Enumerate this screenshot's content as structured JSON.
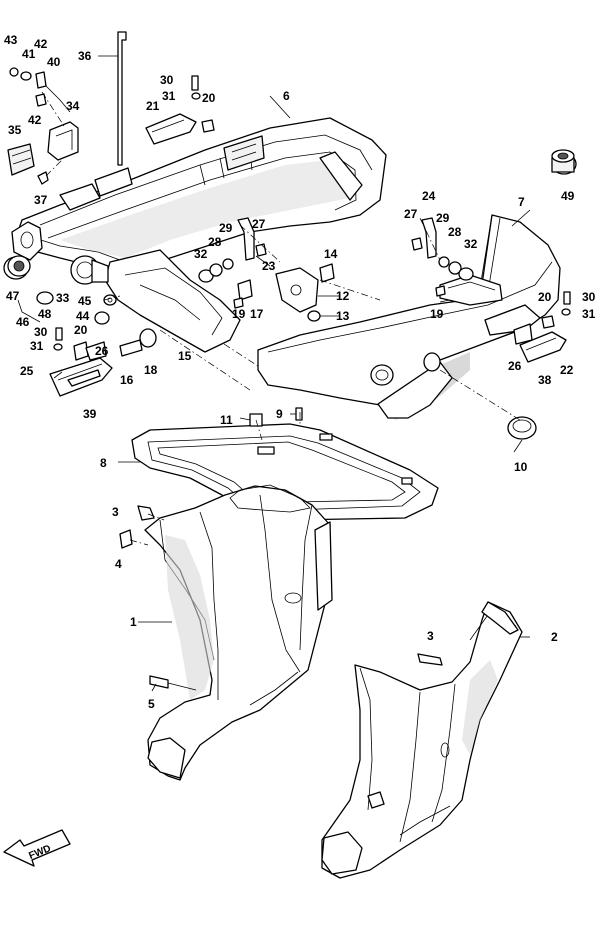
{
  "diagram": {
    "type": "exploded-parts-diagram",
    "direction_label": "FWD",
    "callouts": [
      "1",
      "2",
      "3",
      "3",
      "4",
      "5",
      "6",
      "7",
      "8",
      "9",
      "10",
      "11",
      "12",
      "13",
      "14",
      "15",
      "16",
      "17",
      "18",
      "19",
      "19",
      "20",
      "20",
      "20",
      "21",
      "22",
      "23",
      "24",
      "25",
      "26",
      "26",
      "27",
      "27",
      "28",
      "28",
      "29",
      "29",
      "30",
      "30",
      "30",
      "31",
      "31",
      "31",
      "32",
      "32",
      "33",
      "34",
      "35",
      "36",
      "37",
      "38",
      "39",
      "40",
      "41",
      "42",
      "42",
      "43",
      "44",
      "45",
      "46",
      "47",
      "48",
      "49"
    ]
  }
}
